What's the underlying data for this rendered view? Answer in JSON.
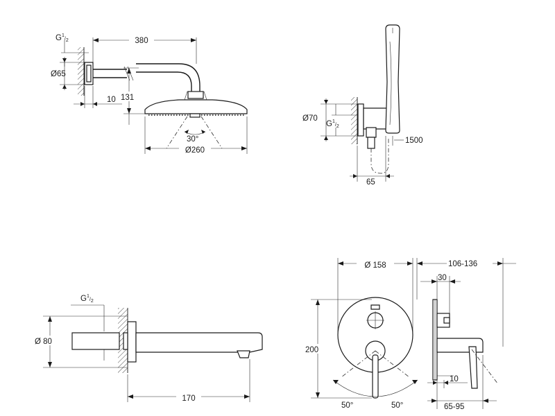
{
  "views": {
    "head_shower": {
      "thread": "G",
      "arm_length": "380",
      "flange_diameter": "Ø65",
      "wall_depth": "10",
      "drop_height": "131",
      "spray_angle": "30°",
      "head_diameter": "Ø260"
    },
    "hand_shower": {
      "outlet_diameter": "Ø70",
      "thread": "G",
      "hose_length": "1500",
      "projection": "65"
    },
    "bath_spout": {
      "thread": "G",
      "rosette_diameter": "Ø 80",
      "spout_length": "170"
    },
    "mixer": {
      "plate_diameter": "Ø 158",
      "depth_range": "106-136",
      "plate_offset": "30",
      "plate_height": "200",
      "rosette_depth": "10",
      "left_angle": "50°",
      "right_angle": "50°",
      "install_depth": "65-95"
    }
  },
  "fraction": {
    "num": "1",
    "den": "2"
  }
}
